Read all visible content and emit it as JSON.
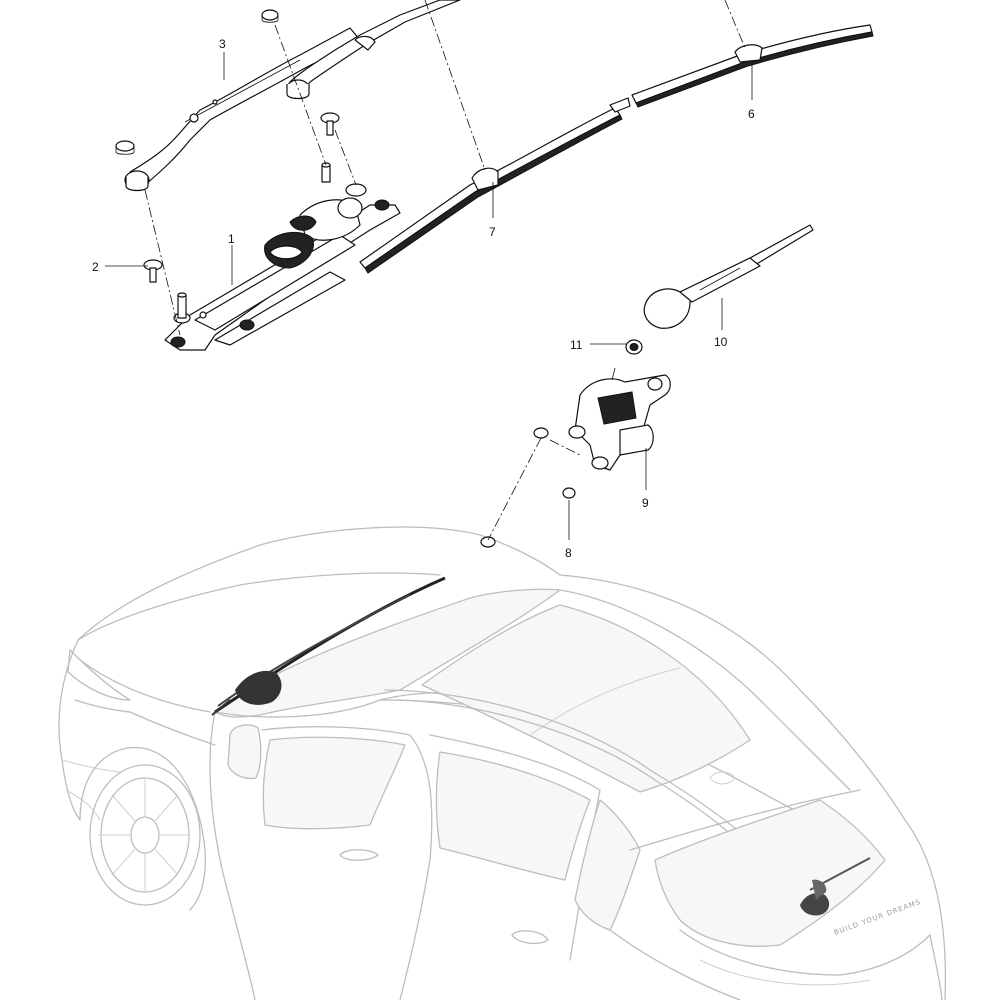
{
  "diagram": {
    "callouts": [
      {
        "id": "c1",
        "label": "1"
      },
      {
        "id": "c2",
        "label": "2"
      },
      {
        "id": "c3",
        "label": "3"
      },
      {
        "id": "c6",
        "label": "6"
      },
      {
        "id": "c7",
        "label": "7"
      },
      {
        "id": "c8",
        "label": "8"
      },
      {
        "id": "c9",
        "label": "9"
      },
      {
        "id": "c10",
        "label": "10"
      },
      {
        "id": "c11",
        "label": "11"
      }
    ],
    "rear_badge_text": "BUILD YOUR DREAMS"
  }
}
